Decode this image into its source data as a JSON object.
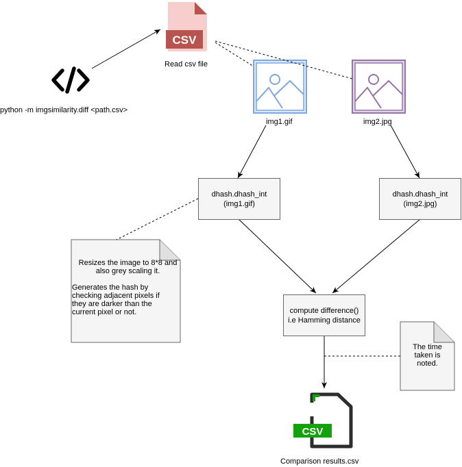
{
  "command": {
    "label": "python -m imgsimilarity.diff <path.csv>",
    "icon": "code-icon"
  },
  "csv_input": {
    "icon_text": "CSV",
    "label": "Read csv file",
    "color": "#f8cecc",
    "accent": "#b85450"
  },
  "image1": {
    "label": "img1.gif",
    "color": "#7ea6e0",
    "fill": "#dae8fc"
  },
  "image2": {
    "label": "img2.jpg",
    "color": "#9673a6",
    "fill": "#e1d5e7"
  },
  "dhash1": {
    "line1": "dhash.dhash_int",
    "line2": "(img1.gif)"
  },
  "dhash2": {
    "line1": "dhash.dhash_int",
    "line2": "(img2.jpg)"
  },
  "compute": {
    "line1": "compute difference()",
    "line2": "i.e Hamming distance"
  },
  "note_dhash": {
    "line1": "Resizes the image to 8*8 and",
    "line2": "also grey scaling it.",
    "line3": "Generates the hash by",
    "line4": "checking adjacent pixels if",
    "line5": "they are darker than the",
    "line6": "current pixel or not."
  },
  "note_time": {
    "line1": "The time",
    "line2": "taken is",
    "line3": "noted."
  },
  "output": {
    "icon_text": "CSV",
    "label": "Comparison results.csv",
    "color": "#2d2d2d",
    "accent": "#13a10e"
  }
}
